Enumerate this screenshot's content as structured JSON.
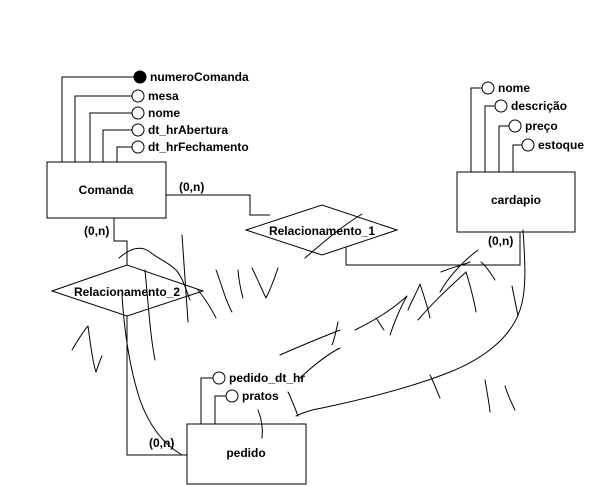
{
  "entities": {
    "comanda": "Comanda",
    "cardapio": "cardapio",
    "pedido": "pedido"
  },
  "relationships": {
    "rel1": "Relacionamento_1",
    "rel2": "Relacionamento_2"
  },
  "attributes": {
    "comanda": [
      "numeroComanda",
      "mesa",
      "nome",
      "dt_hrAbertura",
      "dt_hrFechamento"
    ],
    "cardapio": [
      "nome",
      "descrição",
      "preço",
      "estoque"
    ],
    "pedido": [
      "pedido_dt_hr",
      "pratos"
    ]
  },
  "cardinalities": {
    "comanda_rel1": "(0,n)",
    "comanda_rel2": "(0,n)",
    "cardapio_rel1": "(0,n)",
    "pedido_rel2": "(0,n)"
  },
  "colors": {
    "stroke": "#000000",
    "background": "#ffffff"
  }
}
